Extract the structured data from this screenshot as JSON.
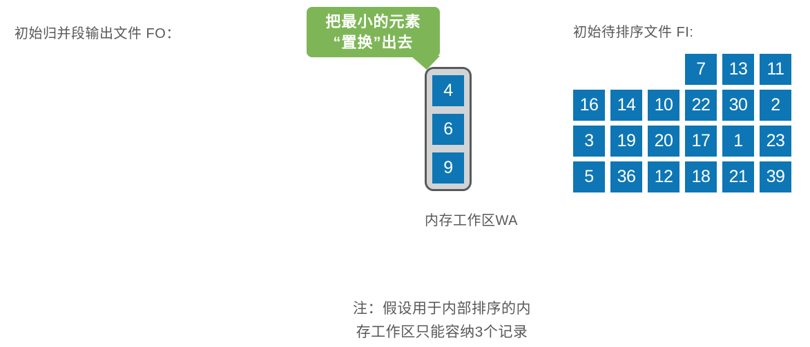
{
  "colors": {
    "blue": "#0e76b4",
    "green": "#7eb657",
    "gray-fill": "#d2d3d5",
    "gray-border": "#58595b",
    "text-gray": "#58595b",
    "white": "#ffffff"
  },
  "fo": {
    "label": "初始归并段输出文件 FO："
  },
  "callout": {
    "line1": "把最小的元素",
    "line2": "“置换”出去"
  },
  "work_area": {
    "label": "内存工作区WA",
    "values": [
      4,
      6,
      9
    ]
  },
  "fi": {
    "label": "初始待排序文件 FI:",
    "rows": [
      [
        null,
        null,
        null,
        7,
        13,
        11
      ],
      [
        16,
        14,
        10,
        22,
        30,
        2
      ],
      [
        3,
        19,
        20,
        17,
        1,
        23
      ],
      [
        5,
        36,
        12,
        18,
        21,
        39
      ]
    ]
  },
  "note": {
    "line1": "注：假设用于内部排序的内",
    "line2": "存工作区只能容纳3个记录"
  }
}
